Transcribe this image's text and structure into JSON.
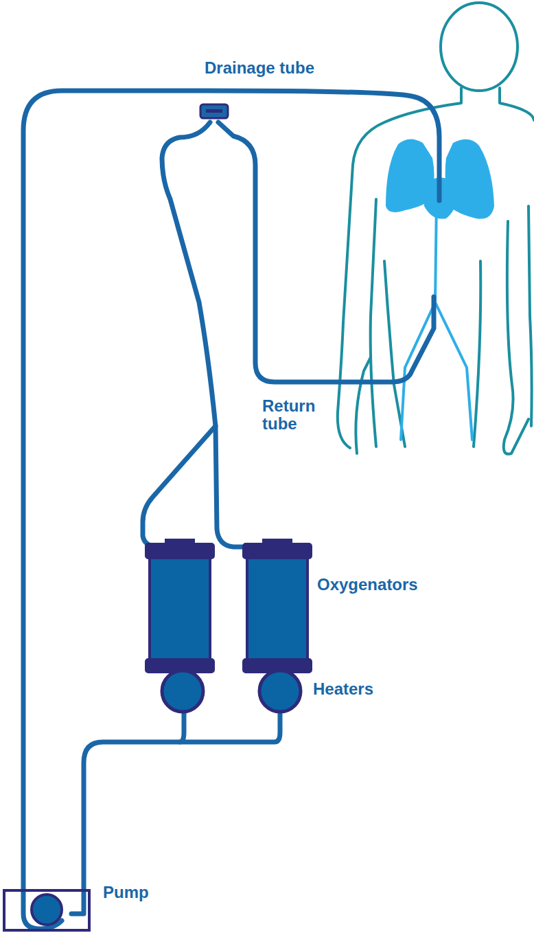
{
  "diagram": {
    "labels": [
      "Drainage tube",
      "Return tube",
      "Oxygenators",
      "Heaters",
      "Pump"
    ]
  }
}
